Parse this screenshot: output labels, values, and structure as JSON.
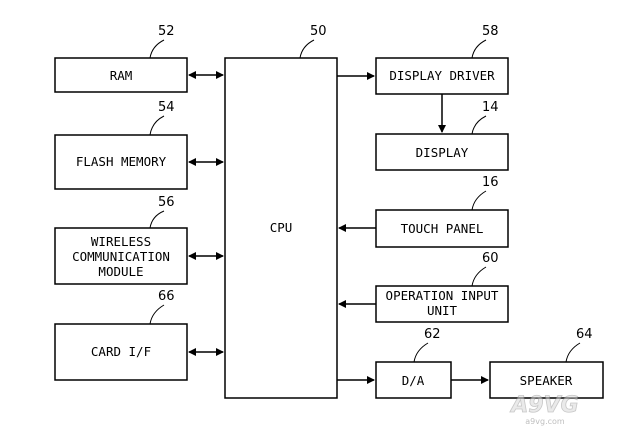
{
  "blocks": {
    "ram": {
      "label": "RAM",
      "ref": "52"
    },
    "flash": {
      "label": "FLASH MEMORY",
      "ref": "54"
    },
    "wireless": {
      "label_lines": [
        "WIRELESS",
        "COMMUNICATION",
        "MODULE"
      ],
      "ref": "56"
    },
    "card": {
      "label": "CARD I/F",
      "ref": "66"
    },
    "cpu": {
      "label": "CPU",
      "ref": "50"
    },
    "display_driver": {
      "label": "DISPLAY DRIVER",
      "ref": "58"
    },
    "display": {
      "label": "DISPLAY",
      "ref": "14"
    },
    "touch": {
      "label": "TOUCH PANEL",
      "ref": "16"
    },
    "operation": {
      "label_lines": [
        "OPERATION INPUT",
        "UNIT"
      ],
      "ref": "60"
    },
    "da": {
      "label": "D/A",
      "ref": "62"
    },
    "speaker": {
      "label": "SPEAKER",
      "ref": "64"
    }
  },
  "watermark": {
    "logo": "A9VG",
    "url": "a9vg.com"
  }
}
